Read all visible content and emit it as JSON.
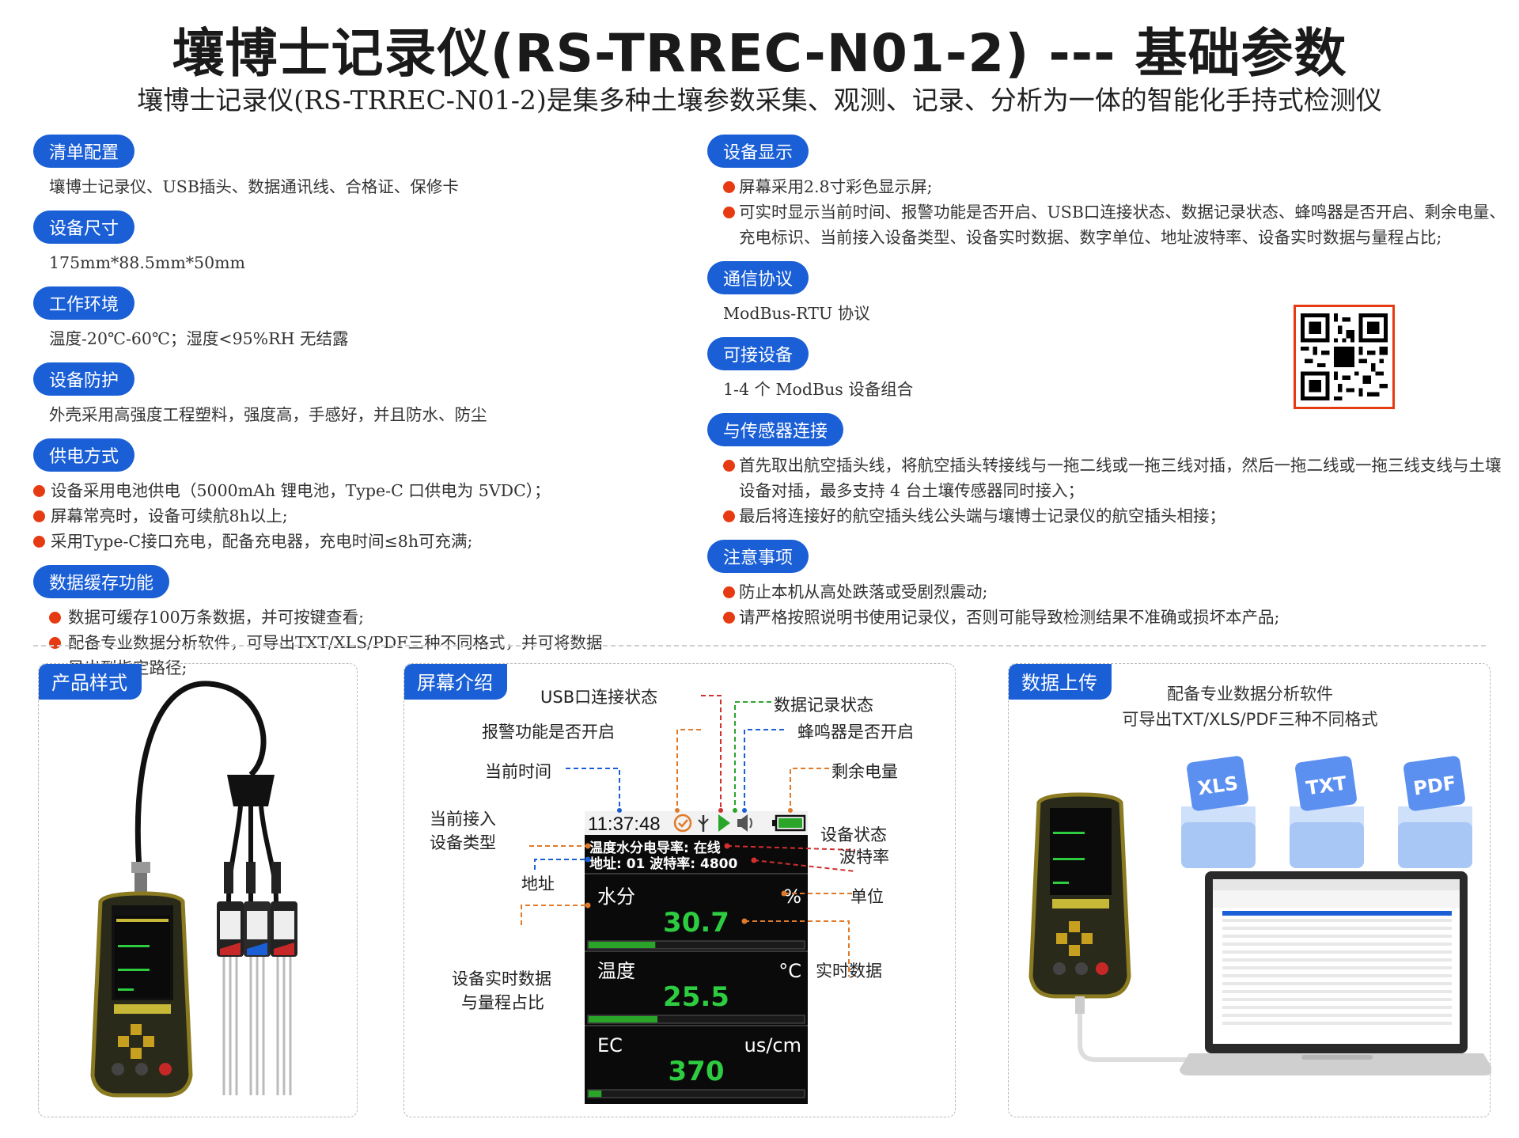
{
  "header": {
    "title": "壤博士记录仪(RS-TRREC-N01-2) --- 基础参数",
    "subtitle": "壤博士记录仪(RS-TRREC-N01-2)是集多种土壤参数采集、观测、记录、分析为一体的智能化手持式检测仪"
  },
  "left": {
    "s1": {
      "tag": "清单配置",
      "text": "壤博士记录仪、USB插头、数据通讯线、合格证、保修卡"
    },
    "s2": {
      "tag": "设备尺寸",
      "text": "175mm*88.5mm*50mm"
    },
    "s3": {
      "tag": "工作环境",
      "text": "温度-20℃-60℃；湿度<95%RH 无结露"
    },
    "s4": {
      "tag": "设备防护",
      "text": "外壳采用高强度工程塑料，强度高，手感好，并且防水、防尘"
    },
    "s5": {
      "tag": "供电方式",
      "items": [
        "设备采用电池供电（5000mAh 锂电池，Type-C 口供电为 5VDC）；",
        "屏幕常亮时，设备可续航8h以上;",
        "采用Type-C接口充电，配备充电器，充电时间≤8h可充满;"
      ]
    },
    "s6": {
      "tag": "数据缓存功能",
      "items": [
        "数据可缓存100万条数据，并可按键查看;",
        "配备专业数据分析软件，可导出TXT/XLS/PDF三种不同格式，并可将数据导出到指定路径;"
      ]
    }
  },
  "right": {
    "s1": {
      "tag": "设备显示",
      "items": [
        "屏幕采用2.8寸彩色显示屏;",
        "可实时显示当前时间、报警功能是否开启、USB口连接状态、数据记录状态、蜂鸣器是否开启、剩余电量、充电标识、当前接入设备类型、设备实时数据、数字单位、地址波特率、设备实时数据与量程占比;"
      ]
    },
    "s2": {
      "tag": "通信协议",
      "text": "ModBus-RTU 协议"
    },
    "s3": {
      "tag": "可接设备",
      "text": "1-4 个 ModBus 设备组合"
    },
    "s4": {
      "tag": "与传感器连接",
      "items": [
        "首先取出航空插头线，将航空插头转接线与一拖二线或一拖三线对插，然后一拖二线或一拖三线支线与土壤设备对插，最多支持 4 台土壤传感器同时接入；",
        "最后将连接好的航空插头线公头端与壤博士记录仪的航空插头相接；"
      ]
    },
    "s5": {
      "tag": "注意事项",
      "items": [
        "防止本机从高处跌落或受剧烈震动;",
        "请严格按照说明书使用记录仪，否则可能导致检测结果不准确或损坏本产品;"
      ]
    }
  },
  "panels": {
    "product": {
      "tag": "产品样式"
    },
    "screen": {
      "tag": "屏幕介绍",
      "time": "11:37:48",
      "status_line": "温度水分电导率: 在线",
      "addr_line": "地址: 01 波特率: 4800",
      "rows": [
        {
          "name": "水分",
          "unit": "%",
          "value": "30.7",
          "fill": 0.31
        },
        {
          "name": "温度",
          "unit": "°C",
          "value": "25.5",
          "fill": 0.32
        },
        {
          "name": "EC",
          "unit": "us/cm",
          "value": "370",
          "fill": 0.06
        }
      ],
      "labels": {
        "usb": "USB口连接状态",
        "record": "数据记录状态",
        "alarm": "报警功能是否开启",
        "buzzer": "蜂鸣器是否开启",
        "time": "当前时间",
        "battery": "剩余电量",
        "type1": "当前接入",
        "type2": "设备类型",
        "state": "设备状态",
        "baud": "波特率",
        "addr": "地址",
        "unit": "单位",
        "ratio1": "设备实时数据",
        "ratio2": "与量程占比",
        "realtime": "实时数据"
      }
    },
    "upload": {
      "tag": "数据上传",
      "line1": "配备专业数据分析软件",
      "line2": "可导出TXT/XLS/PDF三种不同格式",
      "files": [
        "XLS",
        "TXT",
        "PDF"
      ]
    }
  },
  "colors": {
    "accent": "#1a5fd6",
    "bullet": "#e63b12",
    "screen_value": "#2ecc40"
  }
}
